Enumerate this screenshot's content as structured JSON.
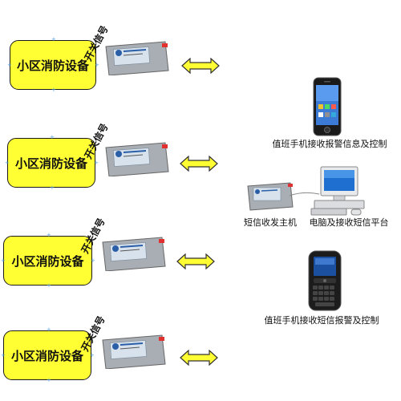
{
  "rows": [
    {
      "device_label": "小区消防设备",
      "signal_label": "开关信号"
    },
    {
      "device_label": "小区消防设备",
      "signal_label": "开关信号"
    },
    {
      "device_label": "小区消防设备",
      "signal_label": "开关信号"
    },
    {
      "device_label": "小区消防设备",
      "signal_label": "开关信号"
    }
  ],
  "right": {
    "phone1_caption": "值班手机接收报警信息及控制",
    "sms_host_caption": "短信收发主机",
    "computer_caption": "电脑及接收短信平台",
    "phone2_caption": "值班手机接收短信报警及控制"
  },
  "colors": {
    "device_fill": "#ffff33",
    "arrow_fill": "#ffff33",
    "modem_body": "#a9aeb4"
  }
}
